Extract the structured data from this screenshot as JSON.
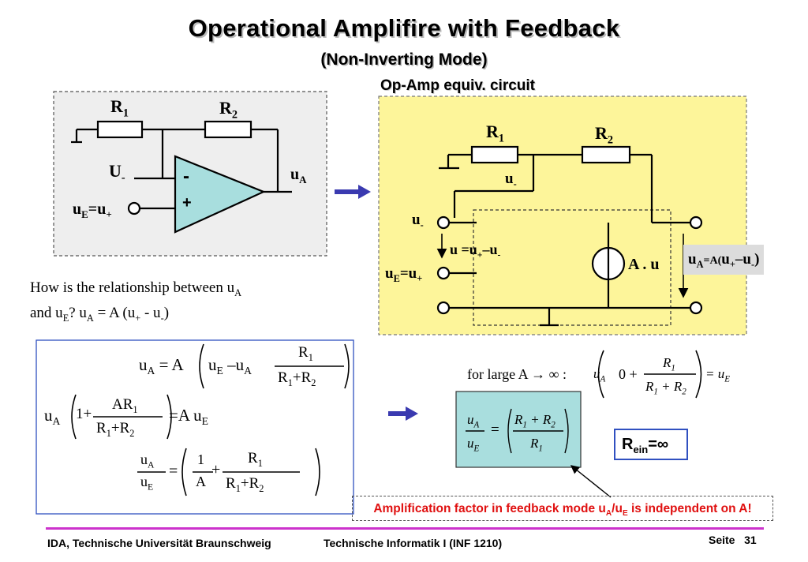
{
  "title": "Operational Amplifire with Feedback",
  "subtitle": "(Non-Inverting Mode)",
  "equiv_caption": "Op-Amp equiv. circuit",
  "left_circuit": {
    "r1": "R",
    "r1_sub": "1",
    "r2": "R",
    "r2_sub": "2",
    "u_minus": "U",
    "u_minus_sub": "-",
    "minus_sign": "-",
    "plus_sign": "+",
    "ua": "u",
    "ua_sub": "A",
    "ue": "u",
    "ue_sub": "E",
    "ue_eq": "=u",
    "ue_eq_sub": "+"
  },
  "right_circuit": {
    "r1": "R",
    "r1_sub": "1",
    "r2": "R",
    "r2_sub": "2",
    "u_minus_top": "u",
    "u_minus_top_sub": "-",
    "u_minus_left": "u",
    "u_minus_left_sub": "-",
    "u_diff": "u =u",
    "u_diff_sub1": "+",
    "u_diff_mid": "–u",
    "u_diff_sub2": "-",
    "ue": "u",
    "ue_sub": "E",
    "ue_eq": "=u",
    "ue_eq_sub": "+",
    "source": "A . u",
    "ua_formula": "u",
    "ua_formula_sub": "A",
    "ua_formula_eq": "=A(",
    "ua_formula_u": "u",
    "ua_formula_sub2": "+",
    "ua_formula_mid": "–u",
    "ua_formula_sub3": "-",
    "ua_formula_close": ")"
  },
  "question": {
    "line1": "How is the relationship between u",
    "line1_sub": "A",
    "line2_a": "and u",
    "line2_sub": "E",
    "line2_b": "?  u",
    "line2_sub2": "A",
    "line2_c": " = A (u",
    "line2_sub3": "+",
    "line2_d": " - u",
    "line2_sub4": "-",
    "line2_e": ")"
  },
  "equations": {
    "eq1_lhs": "u",
    "eq1_lhs_sub": "A",
    "eq1_eq": "= A",
    "eq1_u": "u",
    "eq1_u_sub": "E",
    "eq1_minus": "–u",
    "eq1_minus_sub": "A",
    "eq1_num": "R",
    "eq1_num_sub": "1",
    "eq1_den": "R",
    "eq1_den_sub1": "1",
    "eq1_den_plus": "+R",
    "eq1_den_sub2": "2",
    "eq2_lhs": "u",
    "eq2_lhs_sub": "A",
    "eq2_one": "1+",
    "eq2_num": "AR",
    "eq2_num_sub": "1",
    "eq2_den": "R",
    "eq2_den_sub1": "1",
    "eq2_den_plus": "+R",
    "eq2_den_sub2": "2",
    "eq2_rhs": "=A u",
    "eq2_rhs_sub": "E",
    "eq3_num": "u",
    "eq3_num_sub": "A",
    "eq3_den": "u",
    "eq3_den_sub": "E",
    "eq3_eq": "=",
    "eq3_f1_num": "1",
    "eq3_f1_den": "A",
    "eq3_plus": "+",
    "eq3_f2_num": "R",
    "eq3_f2_num_sub": "1",
    "eq3_f2_den": "R",
    "eq3_f2_den_sub1": "1",
    "eq3_f2_den_plus": "+R",
    "eq3_f2_den_sub2": "2"
  },
  "large_a": {
    "text": "for large A",
    "arrow": "→",
    "inf": "∞ :",
    "u": "u",
    "u_sub": "A",
    "zero": "0 +",
    "num": "R",
    "num_sub": "1",
    "den_a": "R",
    "den_a_sub": "1",
    "den_plus": "+ R",
    "den_b_sub": "2",
    "rhs": "= u",
    "rhs_sub": "E"
  },
  "result": {
    "num": "u",
    "num_sub": "A",
    "den": "u",
    "den_sub": "E",
    "eq": "=",
    "f_num": "R",
    "f_num_sub1": "1",
    "f_num_plus": "+ R",
    "f_num_sub2": "2",
    "f_den": "R",
    "f_den_sub": "1"
  },
  "rein": {
    "label": "R",
    "label_sub": "ein",
    "value": "=∞"
  },
  "note": {
    "text_a": "Amplification factor in feedback mode u",
    "sub_a": "A",
    "text_b": "/u",
    "sub_b": "E",
    "text_c": " is independent on A!"
  },
  "footer": {
    "left": "IDA, Technische Universität Braunschweig",
    "center": "Technische Informatik I (INF 1210)",
    "page_label": "Seite",
    "page_number": "31"
  },
  "colors": {
    "left_box_bg": "#eeeeee",
    "equiv_box_bg": "#fdf59a",
    "opamp_fill": "#a8dede",
    "result_box_bg": "#a9dede",
    "arrow": "#3a3ab0",
    "accent_line": "#cc33cc",
    "note_text": "#e01010"
  }
}
